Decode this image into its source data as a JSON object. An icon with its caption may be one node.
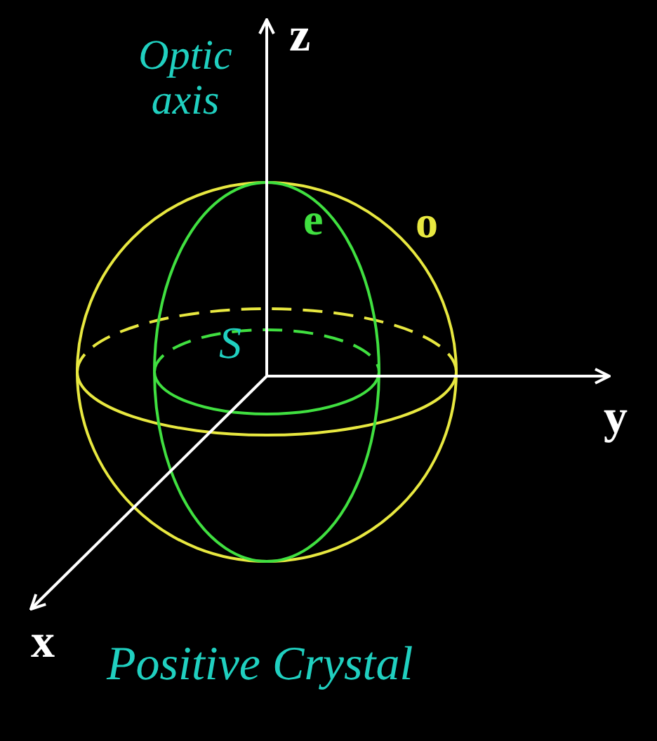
{
  "diagram": {
    "caption": "Positive Crystal",
    "labels": [
      "Optic axis",
      "z",
      "e",
      "o",
      "S",
      "y",
      "x"
    ]
  }
}
